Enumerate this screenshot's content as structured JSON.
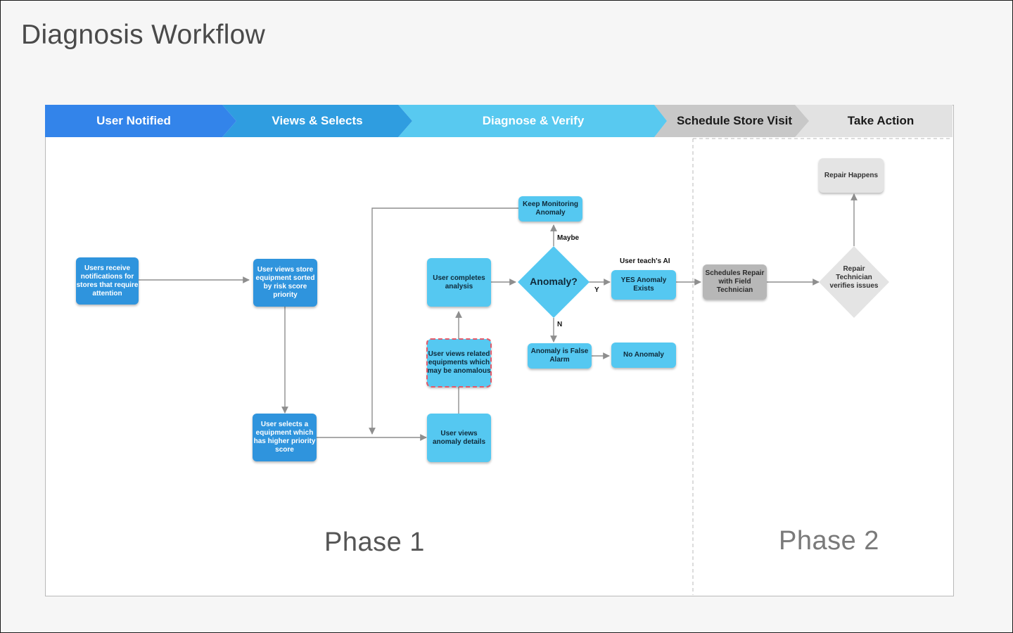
{
  "title": "Diagnosis Workflow",
  "stages": [
    "User Notified",
    "Views & Selects",
    "Diagnose & Verify",
    "Schedule Store Visit",
    "Take Action"
  ],
  "nodes": {
    "users_receive": "Users receive notifications for stores that require attention",
    "user_views_store": "User views store equipment sorted by risk score priority",
    "user_selects": "User selects a equipment which has higher priority score",
    "user_views_anomaly": "User views anomaly details",
    "user_views_related": "User views related equipments which may be anomalous",
    "user_completes": "User completes analysis",
    "keep_monitoring": "Keep Monitoring Anomaly",
    "anomaly_decision": "Anomaly?",
    "yes_anomaly": "YES Anomaly Exists",
    "false_alarm": "Anomaly is False Alarm",
    "no_anomaly": "No Anomaly",
    "schedules_repair": "Schedules Repair with Field Technician",
    "repair_verifies": "Repair Technician verifies issues",
    "repair_happens": "Repair Happens"
  },
  "edge_labels": {
    "maybe": "Maybe",
    "yes": "Y",
    "no": "N",
    "teach_ai": "User teach's AI"
  },
  "phases": [
    "Phase 1",
    "Phase 2"
  ],
  "colors": {
    "stage_blue": "#3384ea",
    "stage_mid": "#2f9de0",
    "stage_cyan": "#58c9f0",
    "stage_gray": "#c8c8c8",
    "stage_lightgray": "#e2e2e2",
    "node_blue": "#2f94dd",
    "node_cyan": "#55c8f1",
    "connector": "#8e8e8e",
    "highlight_dash": "#e35a6a"
  }
}
